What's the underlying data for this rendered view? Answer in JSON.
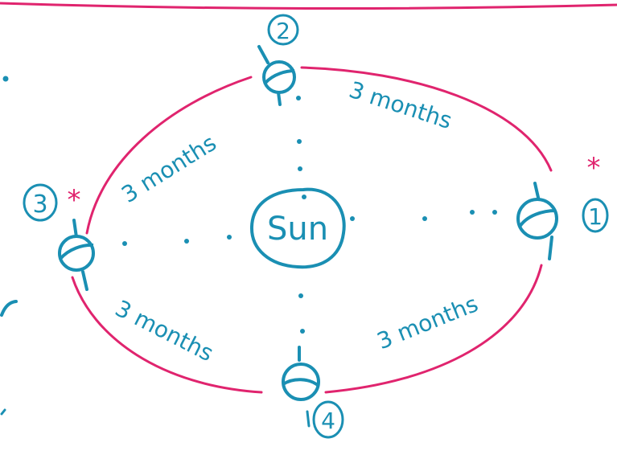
{
  "colors": {
    "ink": "#1a8fb3",
    "orbit": "#e0246e",
    "background": "#ffffff"
  },
  "center_label": "Sun",
  "positions": [
    {
      "number": "1",
      "starred": true
    },
    {
      "number": "2",
      "starred": false
    },
    {
      "number": "3",
      "starred": true
    },
    {
      "number": "4",
      "starred": false
    }
  ],
  "intervals": {
    "top_right": "3 months",
    "top_left": "3 months",
    "bottom_left": "3 months",
    "bottom_right": "3 months"
  },
  "star_glyph": "*"
}
